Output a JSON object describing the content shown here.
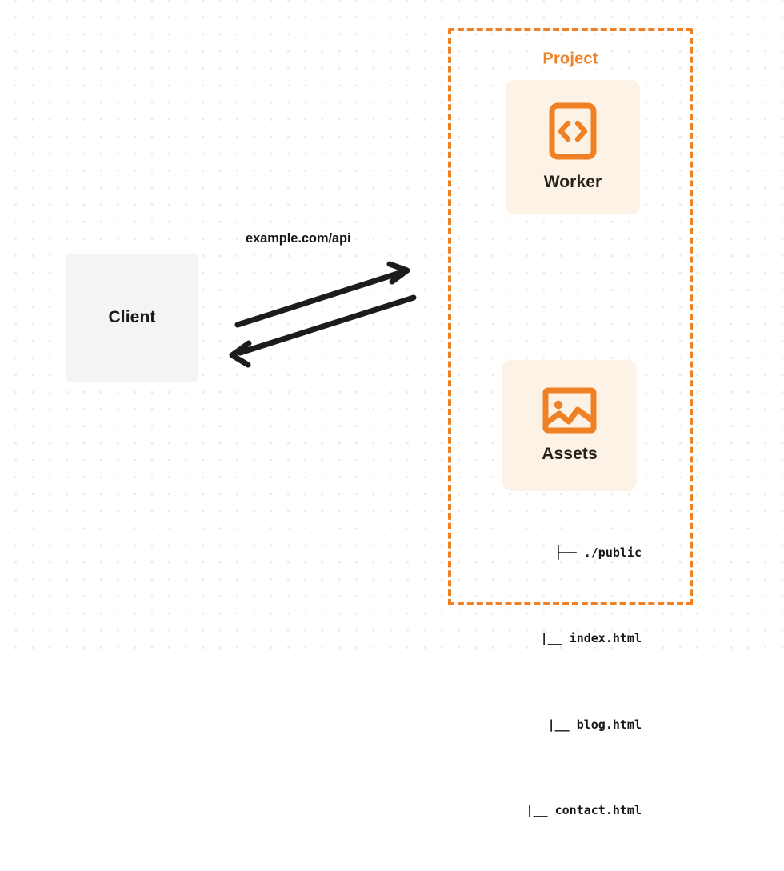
{
  "diagram": {
    "title": "Client to Project Worker and Assets request flow",
    "background": {
      "color": "#ffffff",
      "dot_color": "#e9e9e9"
    },
    "colors": {
      "accent_orange": "#ef8124",
      "card_fill": "#fdf2e6",
      "client_fill": "#f3f4f6",
      "text_dark": "#18181b"
    },
    "client": {
      "label": "Client"
    },
    "connection": {
      "label": "example.com/api",
      "direction": "bidirectional",
      "arrow_color": "#1c1c1c"
    },
    "project": {
      "label": "Project",
      "border_style": "dashed",
      "nodes": [
        {
          "label": "Worker",
          "icon": "code-brackets-icon"
        },
        {
          "label": "Assets",
          "icon": "image-icon"
        }
      ],
      "file_tree": [
        {
          "branch": "├──",
          "name": "./public"
        },
        {
          "branch": "|__",
          "name": "index.html"
        },
        {
          "branch": "|__",
          "name": "blog.html"
        },
        {
          "branch": "|__",
          "name": "contact.html"
        }
      ]
    }
  }
}
